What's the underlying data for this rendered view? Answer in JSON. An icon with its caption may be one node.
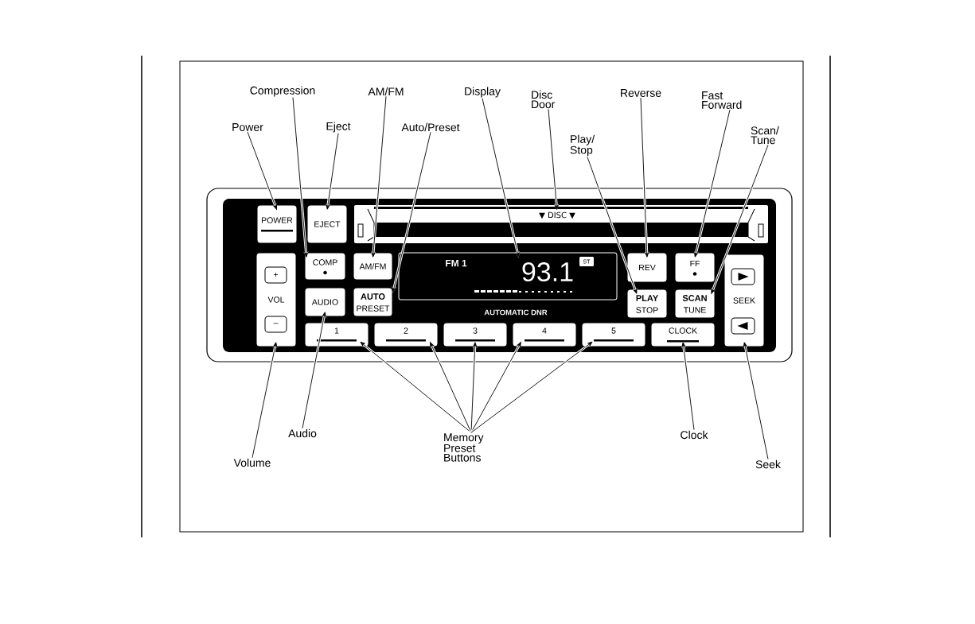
{
  "diagram": {
    "nodes": [
      {
        "text": [
          "Compression"
        ]
      },
      {
        "text": [
          "AM/FM"
        ]
      },
      {
        "text": [
          "Display"
        ]
      },
      {
        "text": [
          "Disc Door"
        ]
      },
      {
        "text": [
          "Reverse"
        ]
      },
      {
        "text": [
          "Fast Forward"
        ]
      },
      {
        "text": [
          "Power"
        ]
      },
      {
        "text": [
          "Eject"
        ]
      },
      {
        "text": [
          "Auto/Preset"
        ]
      },
      {
        "text": [
          "Play/ Stop"
        ]
      },
      {
        "text": [
          "Scan/ Tune"
        ]
      },
      {
        "text": [
          "AUTOMATIC DNR"
        ]
      },
      {
        "text": [
          "POWER"
        ],
        "in": 11
      },
      {
        "text": [
          "EJECT"
        ],
        "in": 11
      },
      {
        "text": [
          "▼ DISC ▼"
        ],
        "in": 11
      },
      {
        "text": [
          "VOL"
        ],
        "in": 11
      },
      {
        "text": [
          "+"
        ],
        "in": 15
      },
      {
        "text": [
          "–"
        ],
        "in": 15
      },
      {
        "text": [
          "COMP"
        ],
        "in": 11
      },
      {
        "text": [
          "AM/FM"
        ],
        "in": 11
      },
      {
        "text": [
          "AUTO",
          "PRESET"
        ],
        "in": 11
      },
      {
        "text": [
          "AUDIO"
        ],
        "in": 11
      },
      {
        "text": [
          "FM 1",
          "93.1"
        ],
        "in": 11
      },
      {
        "text": [
          "ST"
        ],
        "in": 22
      },
      {
        "text": [
          "REV"
        ],
        "in": 11
      },
      {
        "text": [
          "FF"
        ],
        "in": 11
      },
      {
        "text": [
          "PLAY",
          "STOP"
        ],
        "in": 11
      },
      {
        "text": [
          "SCAN",
          "TUNE"
        ],
        "in": 11
      },
      {
        "text": [
          "SEEK"
        ],
        "in": 11
      },
      {
        "text": [],
        "shape": "box",
        "in": 28
      },
      {
        "text": [],
        "shape": "box",
        "in": 28
      },
      {
        "text": [
          "1"
        ],
        "in": 11
      },
      {
        "text": [
          "2"
        ],
        "in": 11
      },
      {
        "text": [
          "3"
        ],
        "in": 11
      },
      {
        "text": [
          "4"
        ],
        "in": 11
      },
      {
        "text": [
          "5"
        ],
        "in": 11
      },
      {
        "text": [
          "CLOCK"
        ],
        "in": 11
      },
      {
        "text": [
          "Volume"
        ]
      },
      {
        "text": [
          "Audio"
        ]
      },
      {
        "text": [
          "Memory Preset Buttons"
        ]
      },
      {
        "text": [
          "Clock"
        ]
      },
      {
        "text": [
          "Seek"
        ]
      }
    ],
    "edges": [
      {
        "from": 6,
        "to": 12,
        "arrow": "to"
      },
      {
        "from": 0,
        "to": 18,
        "arrow": "to"
      },
      {
        "from": 7,
        "to": 13,
        "arrow": "to"
      },
      {
        "from": 1,
        "to": 19,
        "arrow": "to"
      },
      {
        "from": 8,
        "to": 20,
        "arrow": "to"
      },
      {
        "from": 2,
        "to": 22,
        "arrow": "to"
      },
      {
        "from": 3,
        "to": 14,
        "arrow": "to"
      },
      {
        "from": 9,
        "to": 26,
        "arrow": "to"
      },
      {
        "from": 4,
        "to": 24,
        "arrow": "to"
      },
      {
        "from": 5,
        "to": 25,
        "arrow": "to"
      },
      {
        "from": 10,
        "to": 27,
        "arrow": "to"
      },
      {
        "from": 37,
        "to": 15,
        "arrow": "to"
      },
      {
        "from": 38,
        "to": 21,
        "arrow": "to"
      },
      {
        "from": 39,
        "to": 31,
        "arrow": "to"
      },
      {
        "from": 39,
        "to": 32,
        "arrow": "to"
      },
      {
        "from": 39,
        "to": 33,
        "arrow": "to"
      },
      {
        "from": 39,
        "to": 34,
        "arrow": "to"
      },
      {
        "from": 39,
        "to": 35,
        "arrow": "to"
      },
      {
        "from": 40,
        "to": 36,
        "arrow": "to"
      },
      {
        "from": 41,
        "to": 28,
        "arrow": "to"
      }
    ]
  }
}
